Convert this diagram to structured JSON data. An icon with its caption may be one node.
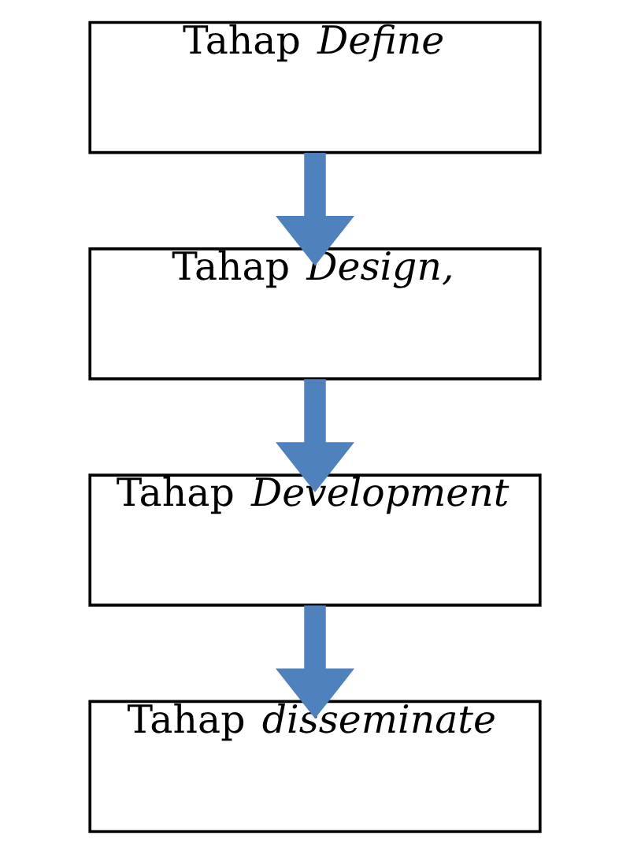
{
  "diagram": {
    "nodes": [
      {
        "text": [
          "Tahap *Define*"
        ]
      },
      {
        "text": [
          "Tahap *Design,*"
        ]
      },
      {
        "text": [
          "Tahap *Development*"
        ]
      },
      {
        "text": [
          "Tahap *disseminate*"
        ]
      }
    ],
    "edges": [
      {
        "from": 0,
        "to": 1,
        "arrow": "to"
      },
      {
        "from": 1,
        "to": 2,
        "arrow": "to"
      },
      {
        "from": 2,
        "to": 3,
        "arrow": "to"
      }
    ]
  }
}
